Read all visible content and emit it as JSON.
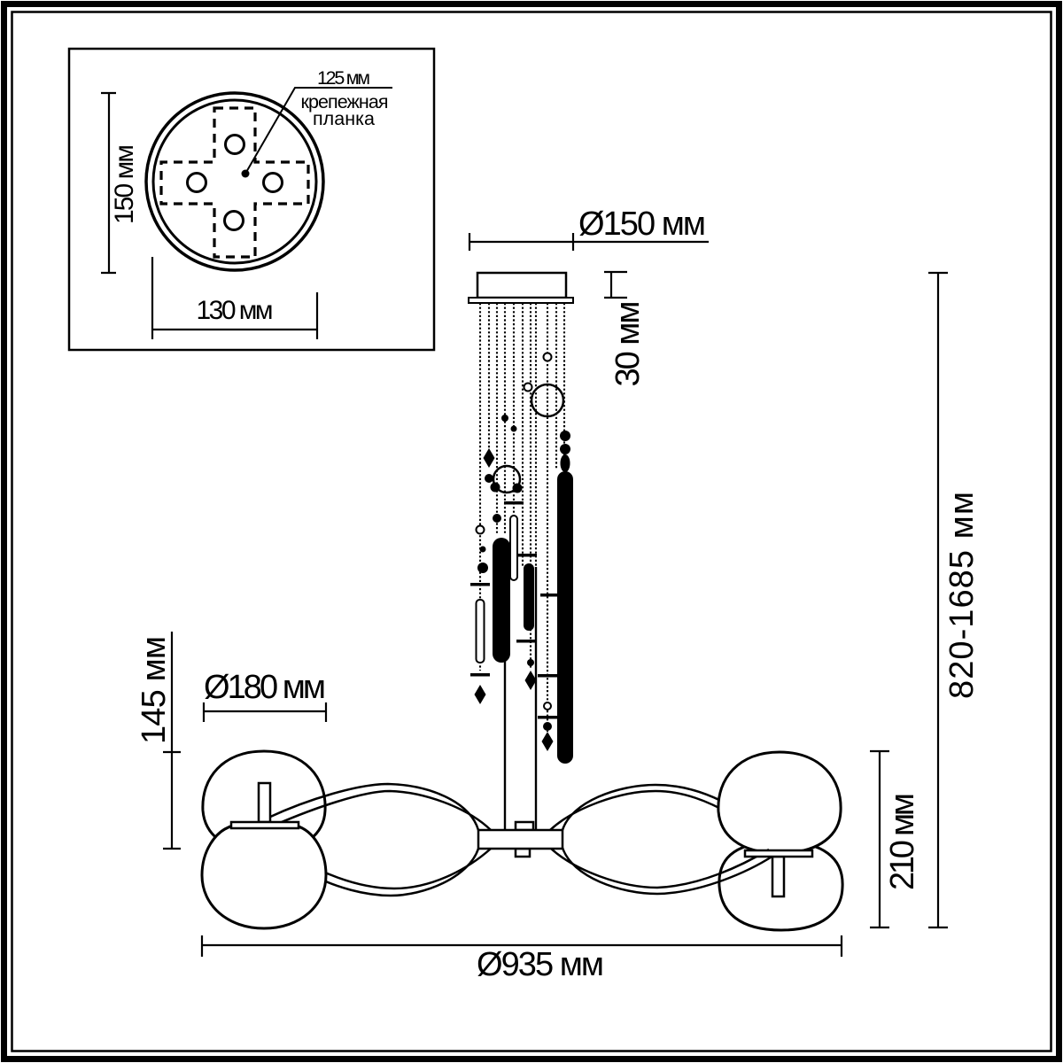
{
  "inset": {
    "dim_pitch": "125 мм",
    "label_line1": "крепежная",
    "label_line2": "планка",
    "dim_height": "150 мм",
    "dim_width": "130 мм"
  },
  "main": {
    "dim_canopy_diameter": "Ø150 мм",
    "dim_canopy_height": "30 мм",
    "dim_suspension_height": "820-1685 мм",
    "dim_globe_diameter": "Ø180 мм",
    "dim_globe_height": "145 мм",
    "dim_lamp_height": "210 мм",
    "dim_total_diameter": "Ø935 мм"
  },
  "colors": {
    "line": "#000000",
    "background": "#ffffff"
  }
}
